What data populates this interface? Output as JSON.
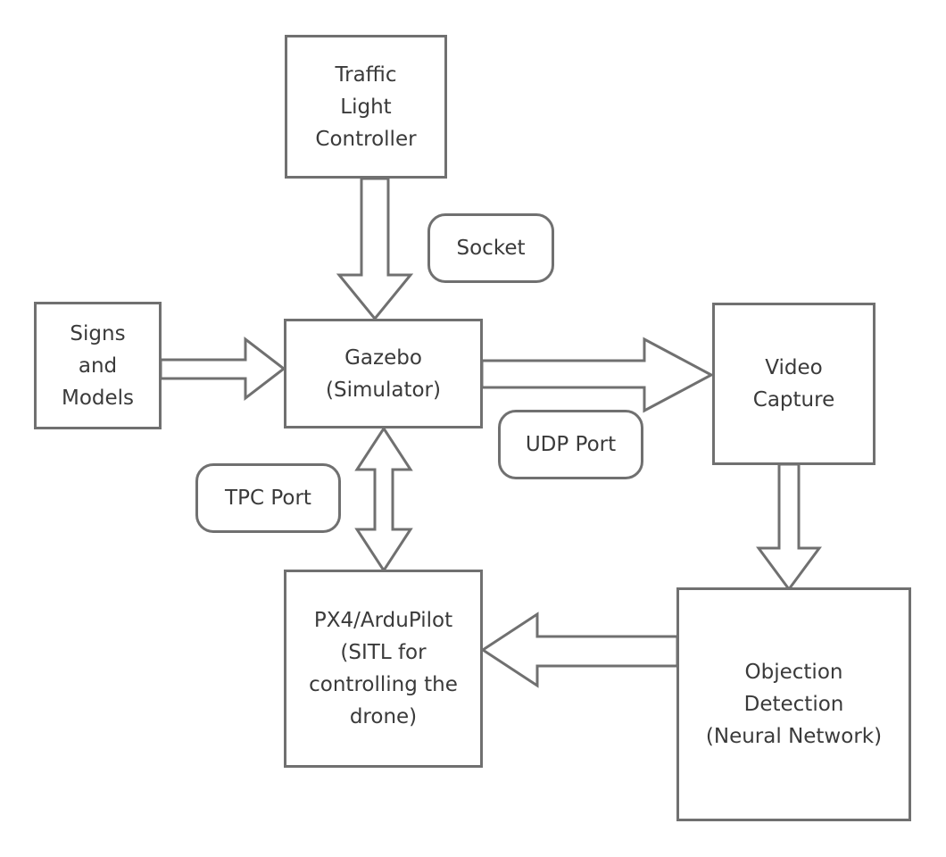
{
  "nodes": {
    "traffic_light_controller": "Traffic\nLight\nController",
    "signs_and_models": "Signs\nand\nModels",
    "gazebo": "Gazebo\n(Simulator)",
    "video_capture": "Video\nCapture",
    "px4": "PX4/ArduPilot\n(SITL for\ncontrolling the\ndrone)",
    "object_detection": "Objection\nDetection\n(Neural Network)"
  },
  "connectors": {
    "socket": "Socket",
    "udp_port": "UDP Port",
    "tcp_port": "TPC Port"
  },
  "colors": {
    "stroke": "#707070",
    "text": "#3a3a3a",
    "background": "#ffffff"
  }
}
